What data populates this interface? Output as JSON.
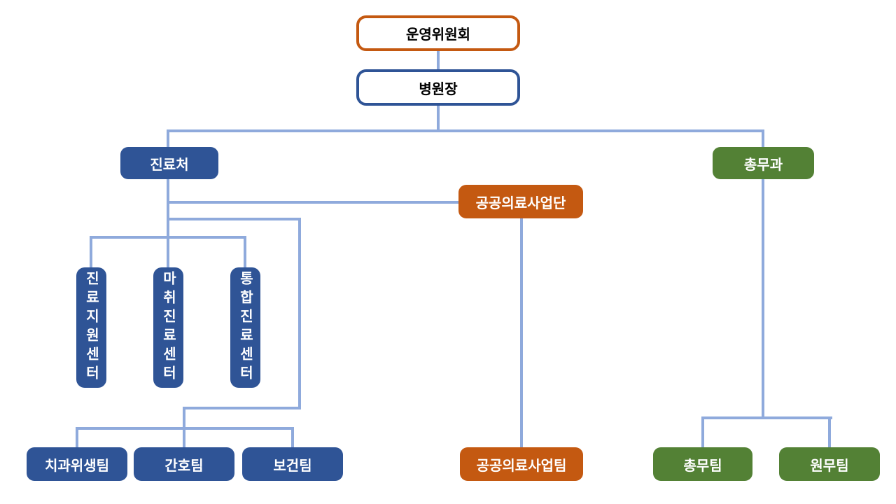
{
  "colors": {
    "blue": "#2F5496",
    "orange": "#C45911",
    "green": "#538135",
    "connector": "#8FAADC",
    "text_dark": "#000000",
    "text_light": "#FFFFFF"
  },
  "chart_title": "",
  "nodes": {
    "steering_committee": {
      "label": "운영위원회"
    },
    "hospital_director": {
      "label": "병원장"
    },
    "medical_office": {
      "label": "진료처"
    },
    "public_medical_division": {
      "label": "공공의료사업단"
    },
    "general_affairs_division": {
      "label": "총무과"
    },
    "care_support_center": {
      "label": "진료지원센터"
    },
    "anesthesia_care_center": {
      "label": "마취진료센터"
    },
    "integrated_care_center": {
      "label": "통합진료센터"
    },
    "dental_hygiene_team": {
      "label": "치과위생팀"
    },
    "nursing_team": {
      "label": "간호팀"
    },
    "public_health_team": {
      "label": "보건팀"
    },
    "public_medical_team": {
      "label": "공공의료사업팀"
    },
    "general_affairs_team": {
      "label": "총무팀"
    },
    "admin_affairs_team": {
      "label": "원무팀"
    }
  }
}
